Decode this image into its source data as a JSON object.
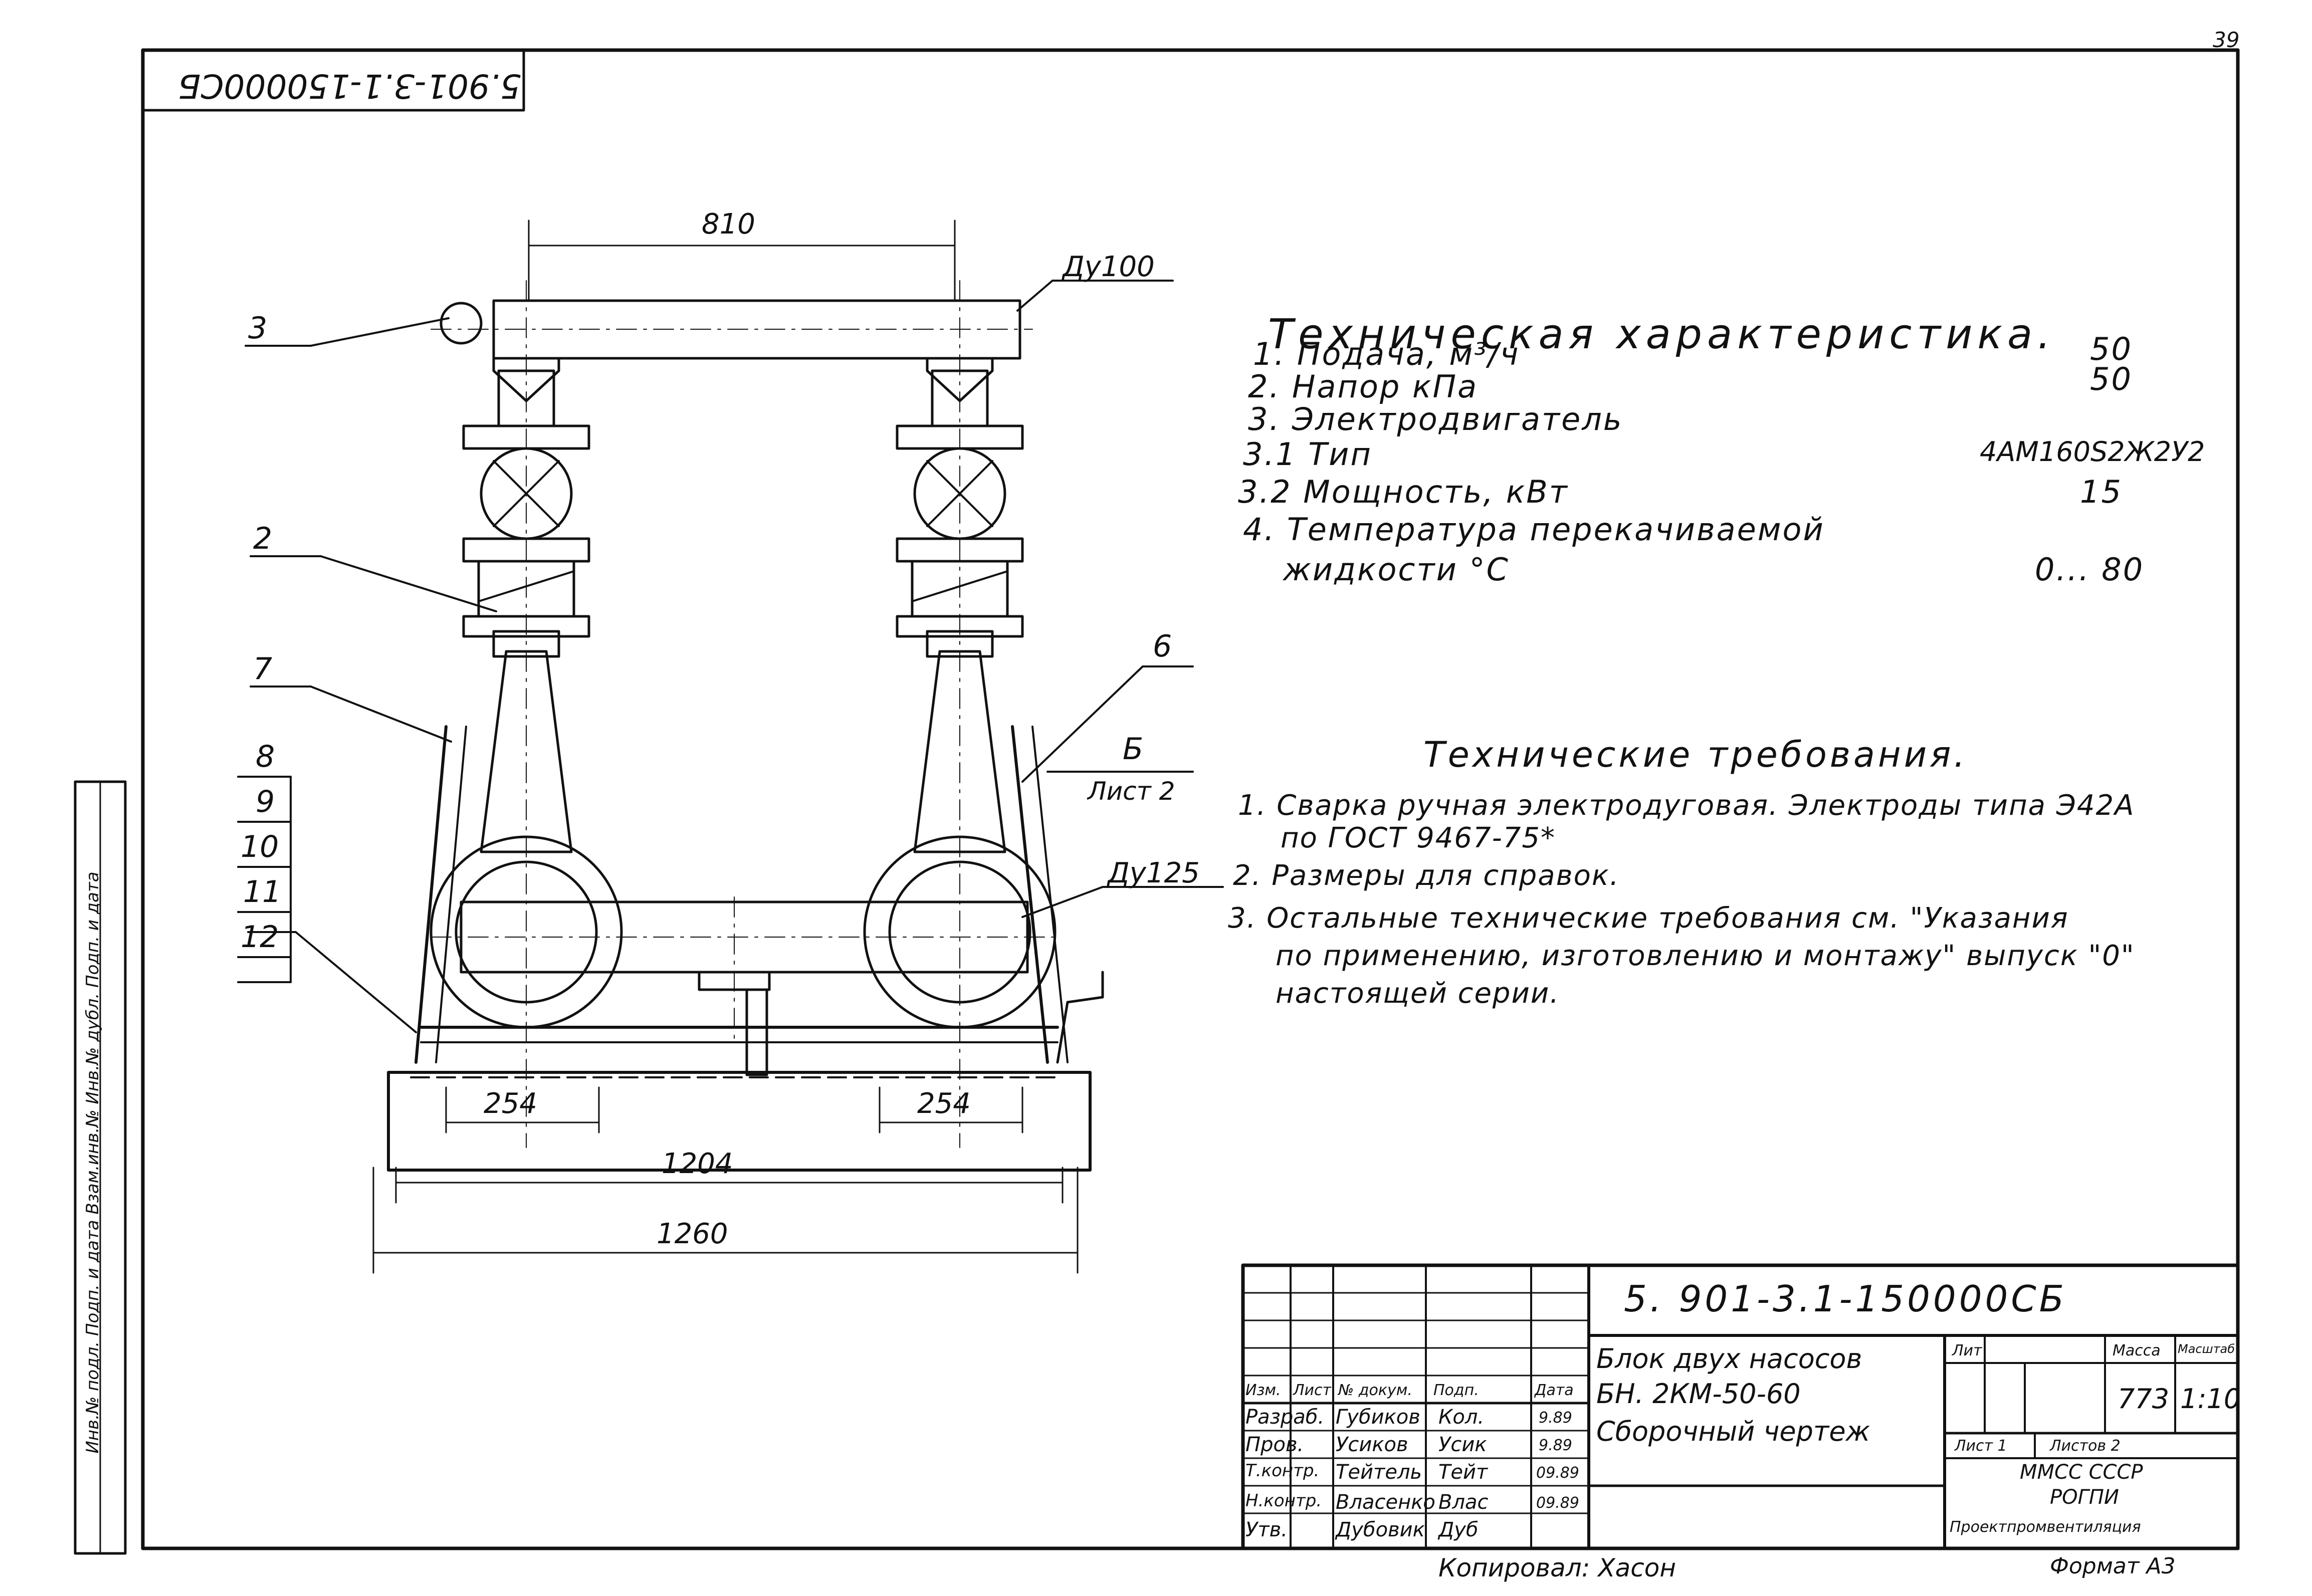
{
  "page_number": "39",
  "corner_code": "5.901-3.1-150000СБ",
  "side_stamp": "Инв.№ подл. Подп. и дата Взам.инв.№ Инв.№ дубл. Подп. и дата",
  "dimensions": {
    "top_span": "810",
    "pipe_top": "Ду100",
    "pipe_mid": "Ду125",
    "left_base": "254",
    "right_base": "254",
    "inner_width": "1204",
    "outer_width": "1260"
  },
  "callouts": [
    "3",
    "2",
    "7",
    "8",
    "9",
    "10",
    "11",
    "12",
    "6"
  ],
  "section_mark": {
    "letter": "Б",
    "sheet": "Лист 2"
  },
  "tech_spec": {
    "title": "Техническая характеристика.",
    "rows": [
      {
        "label": "1. Подача, м³/ч",
        "value": "50"
      },
      {
        "label": "2. Напор кПа",
        "value": "50"
      },
      {
        "label": "3. Электродвигатель",
        "value": ""
      },
      {
        "label": "3.1  Тип",
        "value": "4АМ160S2Ж2У2"
      },
      {
        "label": "3.2 Мощность, кВт",
        "value": "15"
      },
      {
        "label": "4. Температура перекачиваемой",
        "value": ""
      },
      {
        "label": "жидкости °С",
        "value": "0... 80"
      }
    ]
  },
  "tech_req": {
    "title": "Технические требования.",
    "lines": [
      "1. Сварка ручная электродуговая. Электроды типа Э42А",
      "по ГОСТ 9467-75*",
      "2. Размеры для справок.",
      "3. Остальные технические требования см. \"Указания",
      "по применению, изготовлению и монтажу\" выпуск \"0\"",
      "настоящей серии."
    ]
  },
  "title_block": {
    "code": "5. 901-3.1-150000СБ",
    "name_lines": [
      "Блок двух насосов",
      "БН. 2КМ-50-60",
      "Сборочный чертеж"
    ],
    "header": [
      "Изм.",
      "Лист",
      "№ докум.",
      "Подп.",
      "Дата"
    ],
    "signatures": [
      {
        "role": "Разраб.",
        "name": "Губиков",
        "sign": "Кол.",
        "date": "9.89"
      },
      {
        "role": "Пров.",
        "name": "Усиков",
        "sign": "Усик",
        "date": "9.89"
      },
      {
        "role": "Т.контр.",
        "name": "Тейтель",
        "sign": "Тейт",
        "date": "09.89"
      },
      {
        "role": "",
        "name": "",
        "sign": "",
        "date": ""
      },
      {
        "role": "Н.контр.",
        "name": "Власенко",
        "sign": "Влас",
        "date": "09.89"
      },
      {
        "role": "Утв.",
        "name": "Дубовик",
        "sign": "Дуб",
        "date": ""
      }
    ],
    "lit_label": "Лит",
    "mass_label": "Масса",
    "scale_label": "Масштаб",
    "mass": "773",
    "scale": "1:10",
    "sheet_label": "Лист 1",
    "sheets_label": "Листов 2",
    "org_lines": [
      "ММСС СССР",
      "РОГПИ",
      "Проектпромвентиляция"
    ],
    "copied": "Копировал: Хасон",
    "format": "Формат А3"
  }
}
